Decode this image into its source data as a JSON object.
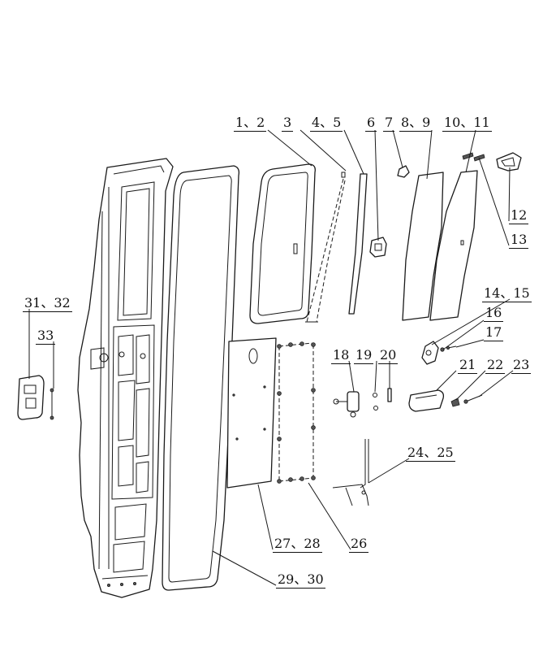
{
  "labels": {
    "l_1_2": "1、2",
    "l_3": "3",
    "l_4_5": "4、5",
    "l_6": "6",
    "l_7": "7",
    "l_8_9": "8、9",
    "l_10_11": "10、11",
    "l_12": "12",
    "l_13": "13",
    "l_14_15": "14、15",
    "l_16": "16",
    "l_17": "17",
    "l_18": "18",
    "l_19": "19",
    "l_20": "20",
    "l_21": "21",
    "l_22": "22",
    "l_23": "23",
    "l_24_25": "24、25",
    "l_26": "26",
    "l_27_28": "27、28",
    "l_29_30": "29、30",
    "l_31_32": "31、32",
    "l_33": "33"
  }
}
